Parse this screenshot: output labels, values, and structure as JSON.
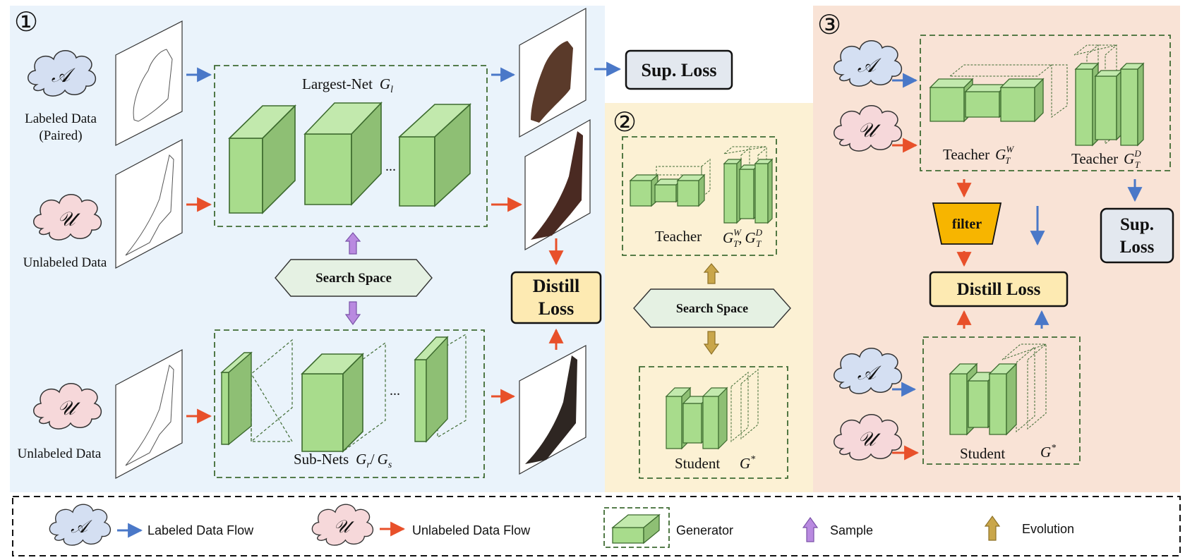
{
  "panel1": {
    "number": "①",
    "labeled_cloud_symbol": "𝒜",
    "labeled_label_line1": "Labeled Data",
    "labeled_label_line2": "(Paired)",
    "unlabeled_cloud_symbol": "𝒰",
    "unlabeled_label": "Unlabeled Data",
    "unlabeled_label_bottom": "Unlabeled Data",
    "largest_net_label": "Largest-Net",
    "largest_net_symbol": "G",
    "largest_net_sub": "l",
    "ellipsis": "...",
    "search_space": "Search Space",
    "subnets_label": "Sub-Nets",
    "subnets_g1": "G",
    "subnets_g1_sub": "r",
    "subnets_sep": "/",
    "subnets_g2": "G",
    "subnets_g2_sub": "s",
    "sup_loss": "Sup. Loss",
    "distill_line1": "Distill",
    "distill_line2": "Loss"
  },
  "panel2": {
    "number": "②",
    "teacher_label": "Teacher",
    "teacher_symbol": "G",
    "teacher_sub1": "T",
    "teacher_sup1": "W",
    "teacher_sub2": "T",
    "teacher_sup2": "D",
    "teacher_comma": ",",
    "search_space": "Search Space",
    "student_label": "Student",
    "student_symbol": "G",
    "student_star": "*"
  },
  "panel3": {
    "number": "③",
    "cloud_a": "𝒜",
    "cloud_u": "𝒰",
    "teacher_w_label": "Teacher",
    "teacher_w_symbol": "G",
    "teacher_w_sub": "T",
    "teacher_w_sup": "W",
    "teacher_d_label": "Teacher",
    "teacher_d_symbol": "G",
    "teacher_d_sub": "T",
    "teacher_d_sup": "D",
    "filter": "filter",
    "sup_loss_line1": "Sup.",
    "sup_loss_line2": "Loss",
    "distill_loss": "Distill Loss",
    "student_label": "Student",
    "student_symbol": "G",
    "student_star": "*"
  },
  "legend": {
    "cloud_a": "𝒜",
    "cloud_u": "𝒰",
    "labeled_flow": "Labeled Data Flow",
    "unlabeled_flow": "Unlabeled Data Flow",
    "generator": "Generator",
    "sample": "Sample",
    "evolution": "Evolution"
  },
  "colors": {
    "panel1_bg": "#EAF3FB",
    "panel2_bg": "#FCF1D4",
    "panel3_bg": "#F9E3D6",
    "labeled_arrow": "#4A78C8",
    "unlabeled_arrow": "#E8502A",
    "block_front": "#A8DC8C",
    "block_side": "#8EBF74",
    "block_top": "#C2E9AD",
    "dash_green": "#3F6B33",
    "cloud_a_fill": "#D4DFF2",
    "cloud_u_fill": "#F6D8DA",
    "distill_fill": "#FDEAB2",
    "sup_fill": "#E3E8EF",
    "filter_fill": "#F7B500",
    "search_fill": "#E5F1E3",
    "sample_arrow": "#B98AE0",
    "evolution_arrow": "#C9A64A"
  }
}
